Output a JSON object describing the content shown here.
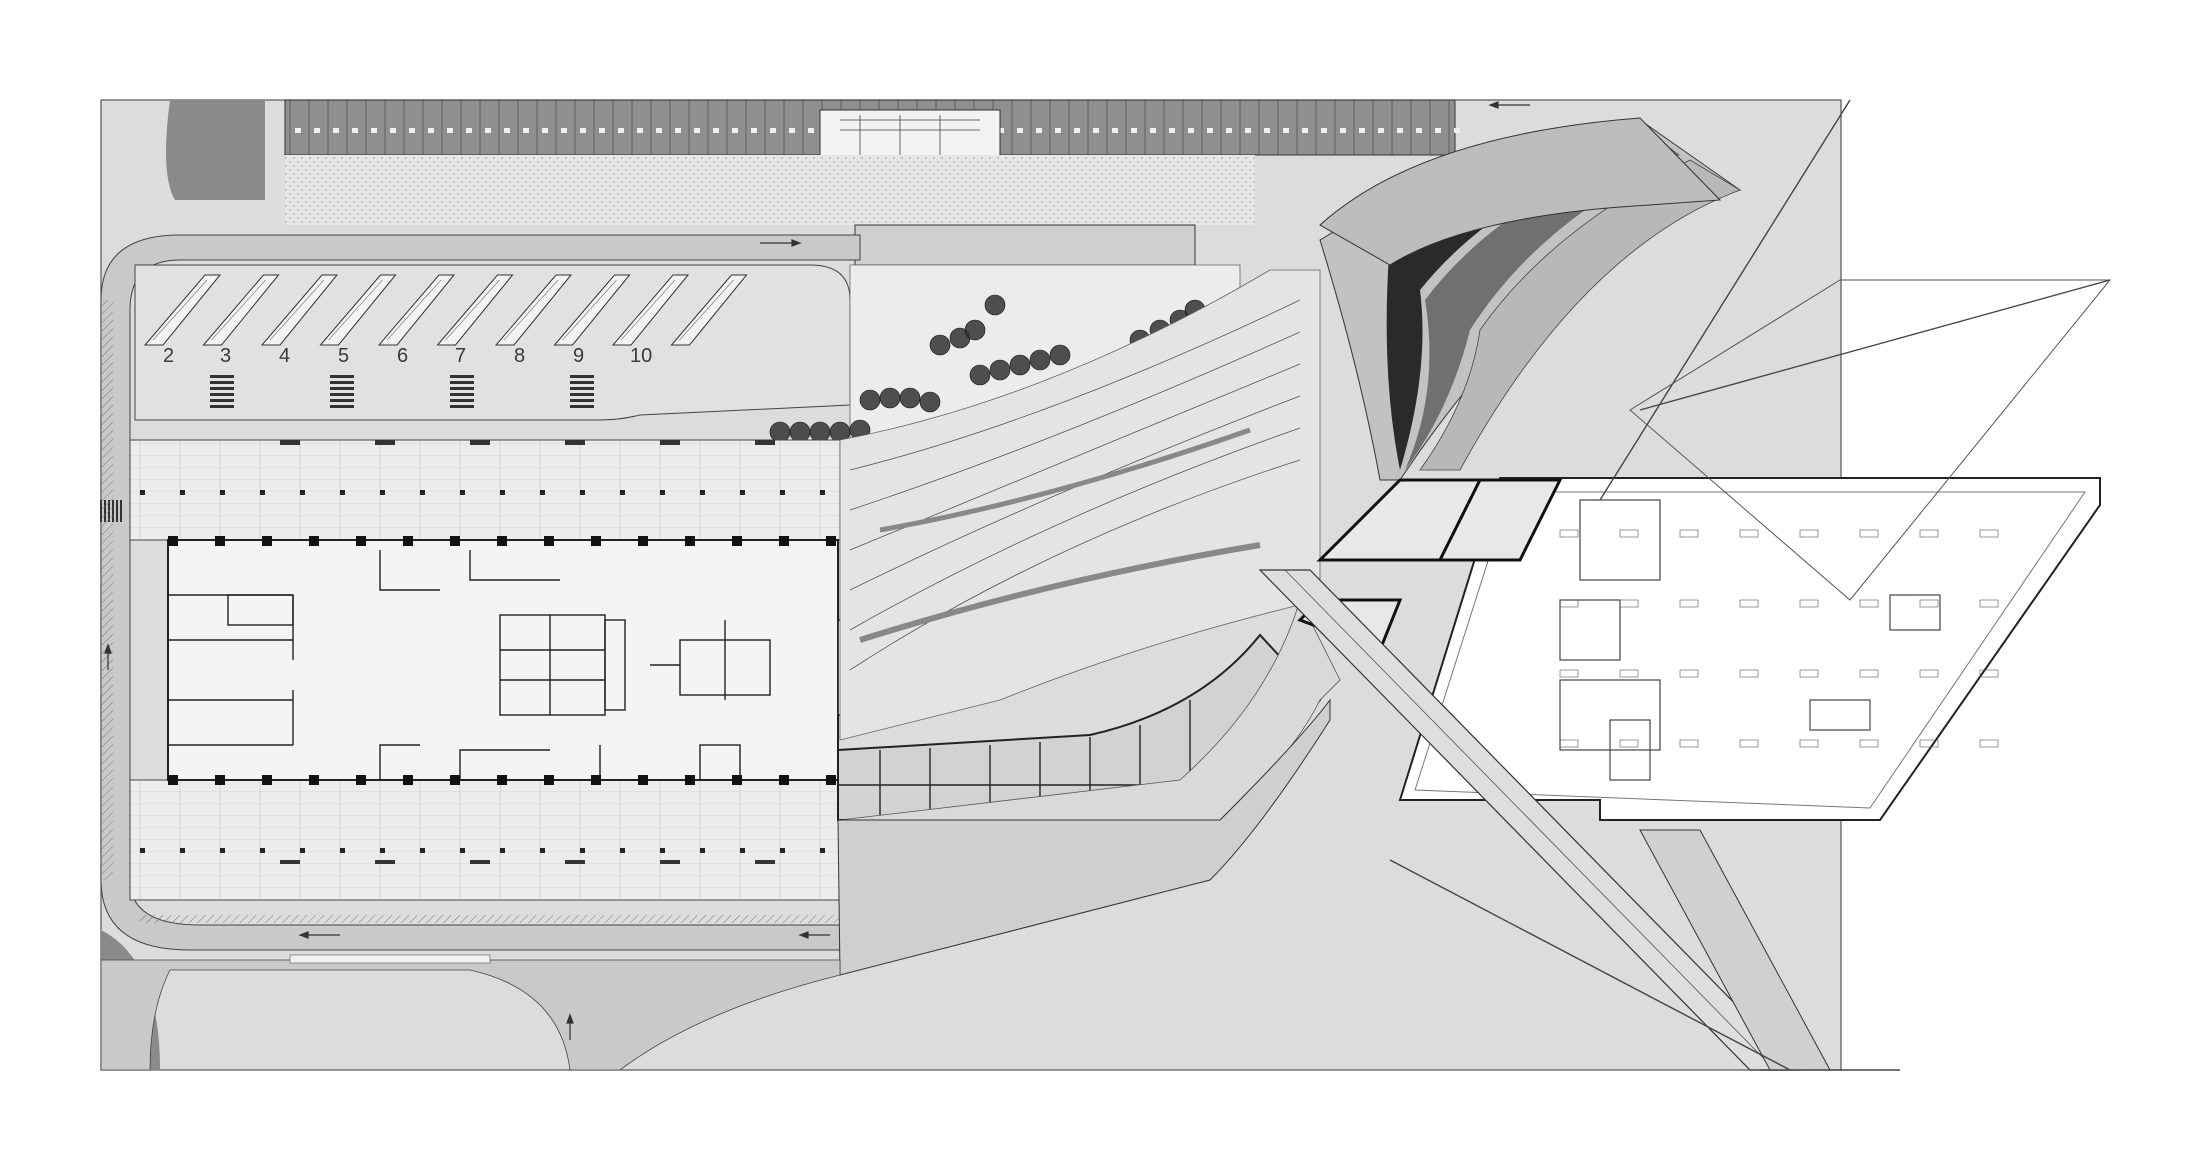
{
  "plan": {
    "bay_numbers": [
      "2",
      "3",
      "4",
      "5",
      "6",
      "7",
      "8",
      "9",
      "10"
    ]
  },
  "colors": {
    "paper": "#ffffff",
    "road": "#d6d6d6",
    "paving": "#e4e4e4",
    "dark_strip": "#9a9a9a",
    "line": "#333333",
    "tree": "#2b2b2b",
    "tunnel_dark": "#1a1a1a",
    "tunnel_mid": "#6e6e6e"
  }
}
